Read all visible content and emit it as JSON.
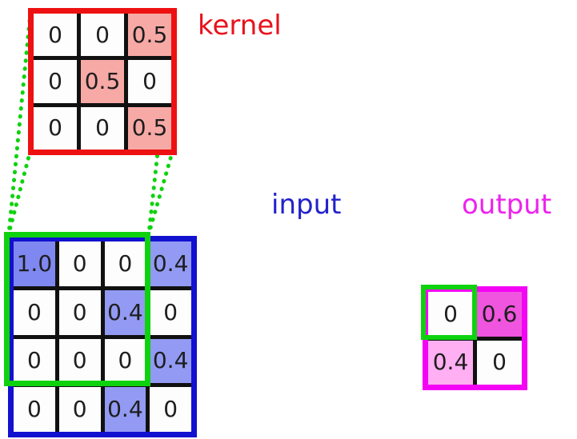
{
  "colors": {
    "page_bg": "#ffffff",
    "cell_bg": "#fdfdfd",
    "grid_line": "#111111",
    "cell_text": "#1e1e1e",
    "kernel_border": "#ee1111",
    "kernel_label": "#e8121c",
    "kernel_highlight": "#f7a9a5",
    "input_border": "#1111cf",
    "input_label": "#2222cc",
    "input_highlight": "#929af3",
    "input_highlight_strong": "#7e88f0",
    "output_border": "#f404f4",
    "output_label": "#ee22ee",
    "output_highlight_strong": "#ef55de",
    "output_highlight_light": "#ffaff2",
    "green_accent": "#0fd20f"
  },
  "kernel": {
    "label": "kernel",
    "cells": [
      [
        {
          "t": "0"
        },
        {
          "t": "0"
        },
        {
          "t": "0.5",
          "bg": "kernel_highlight"
        }
      ],
      [
        {
          "t": "0"
        },
        {
          "t": "0.5",
          "bg": "kernel_highlight"
        },
        {
          "t": "0"
        }
      ],
      [
        {
          "t": "0"
        },
        {
          "t": "0"
        },
        {
          "t": "0.5",
          "bg": "kernel_highlight"
        }
      ]
    ]
  },
  "input": {
    "label": "input",
    "cells": [
      [
        {
          "t": "1.0",
          "bg": "input_highlight_strong"
        },
        {
          "t": "0"
        },
        {
          "t": "0"
        },
        {
          "t": "0.4",
          "bg": "input_highlight"
        }
      ],
      [
        {
          "t": "0"
        },
        {
          "t": "0"
        },
        {
          "t": "0.4",
          "bg": "input_highlight"
        },
        {
          "t": "0"
        }
      ],
      [
        {
          "t": "0"
        },
        {
          "t": "0"
        },
        {
          "t": "0"
        },
        {
          "t": "0.4",
          "bg": "input_highlight"
        }
      ],
      [
        {
          "t": "0"
        },
        {
          "t": "0"
        },
        {
          "t": "0.4",
          "bg": "input_highlight"
        },
        {
          "t": "0"
        }
      ]
    ]
  },
  "output": {
    "label": "output",
    "cells": [
      [
        {
          "t": "0"
        },
        {
          "t": "0.6",
          "bg": "output_highlight_strong"
        }
      ],
      [
        {
          "t": "0.4",
          "bg": "output_highlight_light"
        },
        {
          "t": "0"
        }
      ]
    ]
  }
}
